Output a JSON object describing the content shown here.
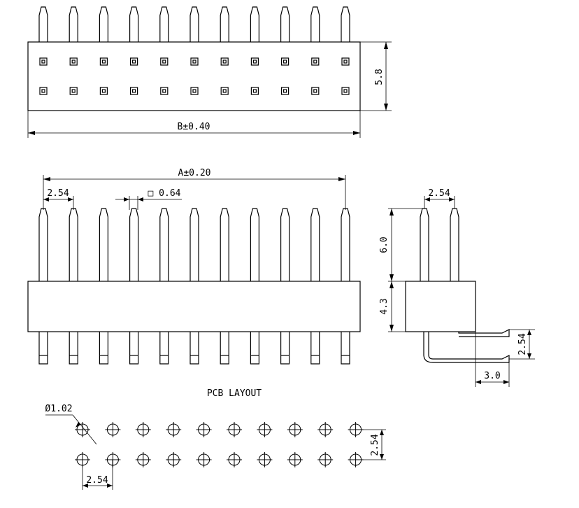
{
  "labels": {
    "height_top": "5.8",
    "width_b": "B±0.40",
    "width_a": "A±0.20",
    "pitch_front": "2.54",
    "pin_size": "□ 0.64",
    "pitch_side": "2.54",
    "pin_height": "6.0",
    "body_height": "4.3",
    "tail_pitch": "2.54",
    "tail_length": "3.0",
    "pcb_title": "PCB LAYOUT",
    "hole_dia": "Ø1.02",
    "pcb_row_pitch": "2.54",
    "pcb_col_pitch": "2.54"
  },
  "connector": {
    "pins_per_row": 11,
    "rows": 2
  },
  "pcb": {
    "holes_per_row": 10,
    "rows": 2
  }
}
